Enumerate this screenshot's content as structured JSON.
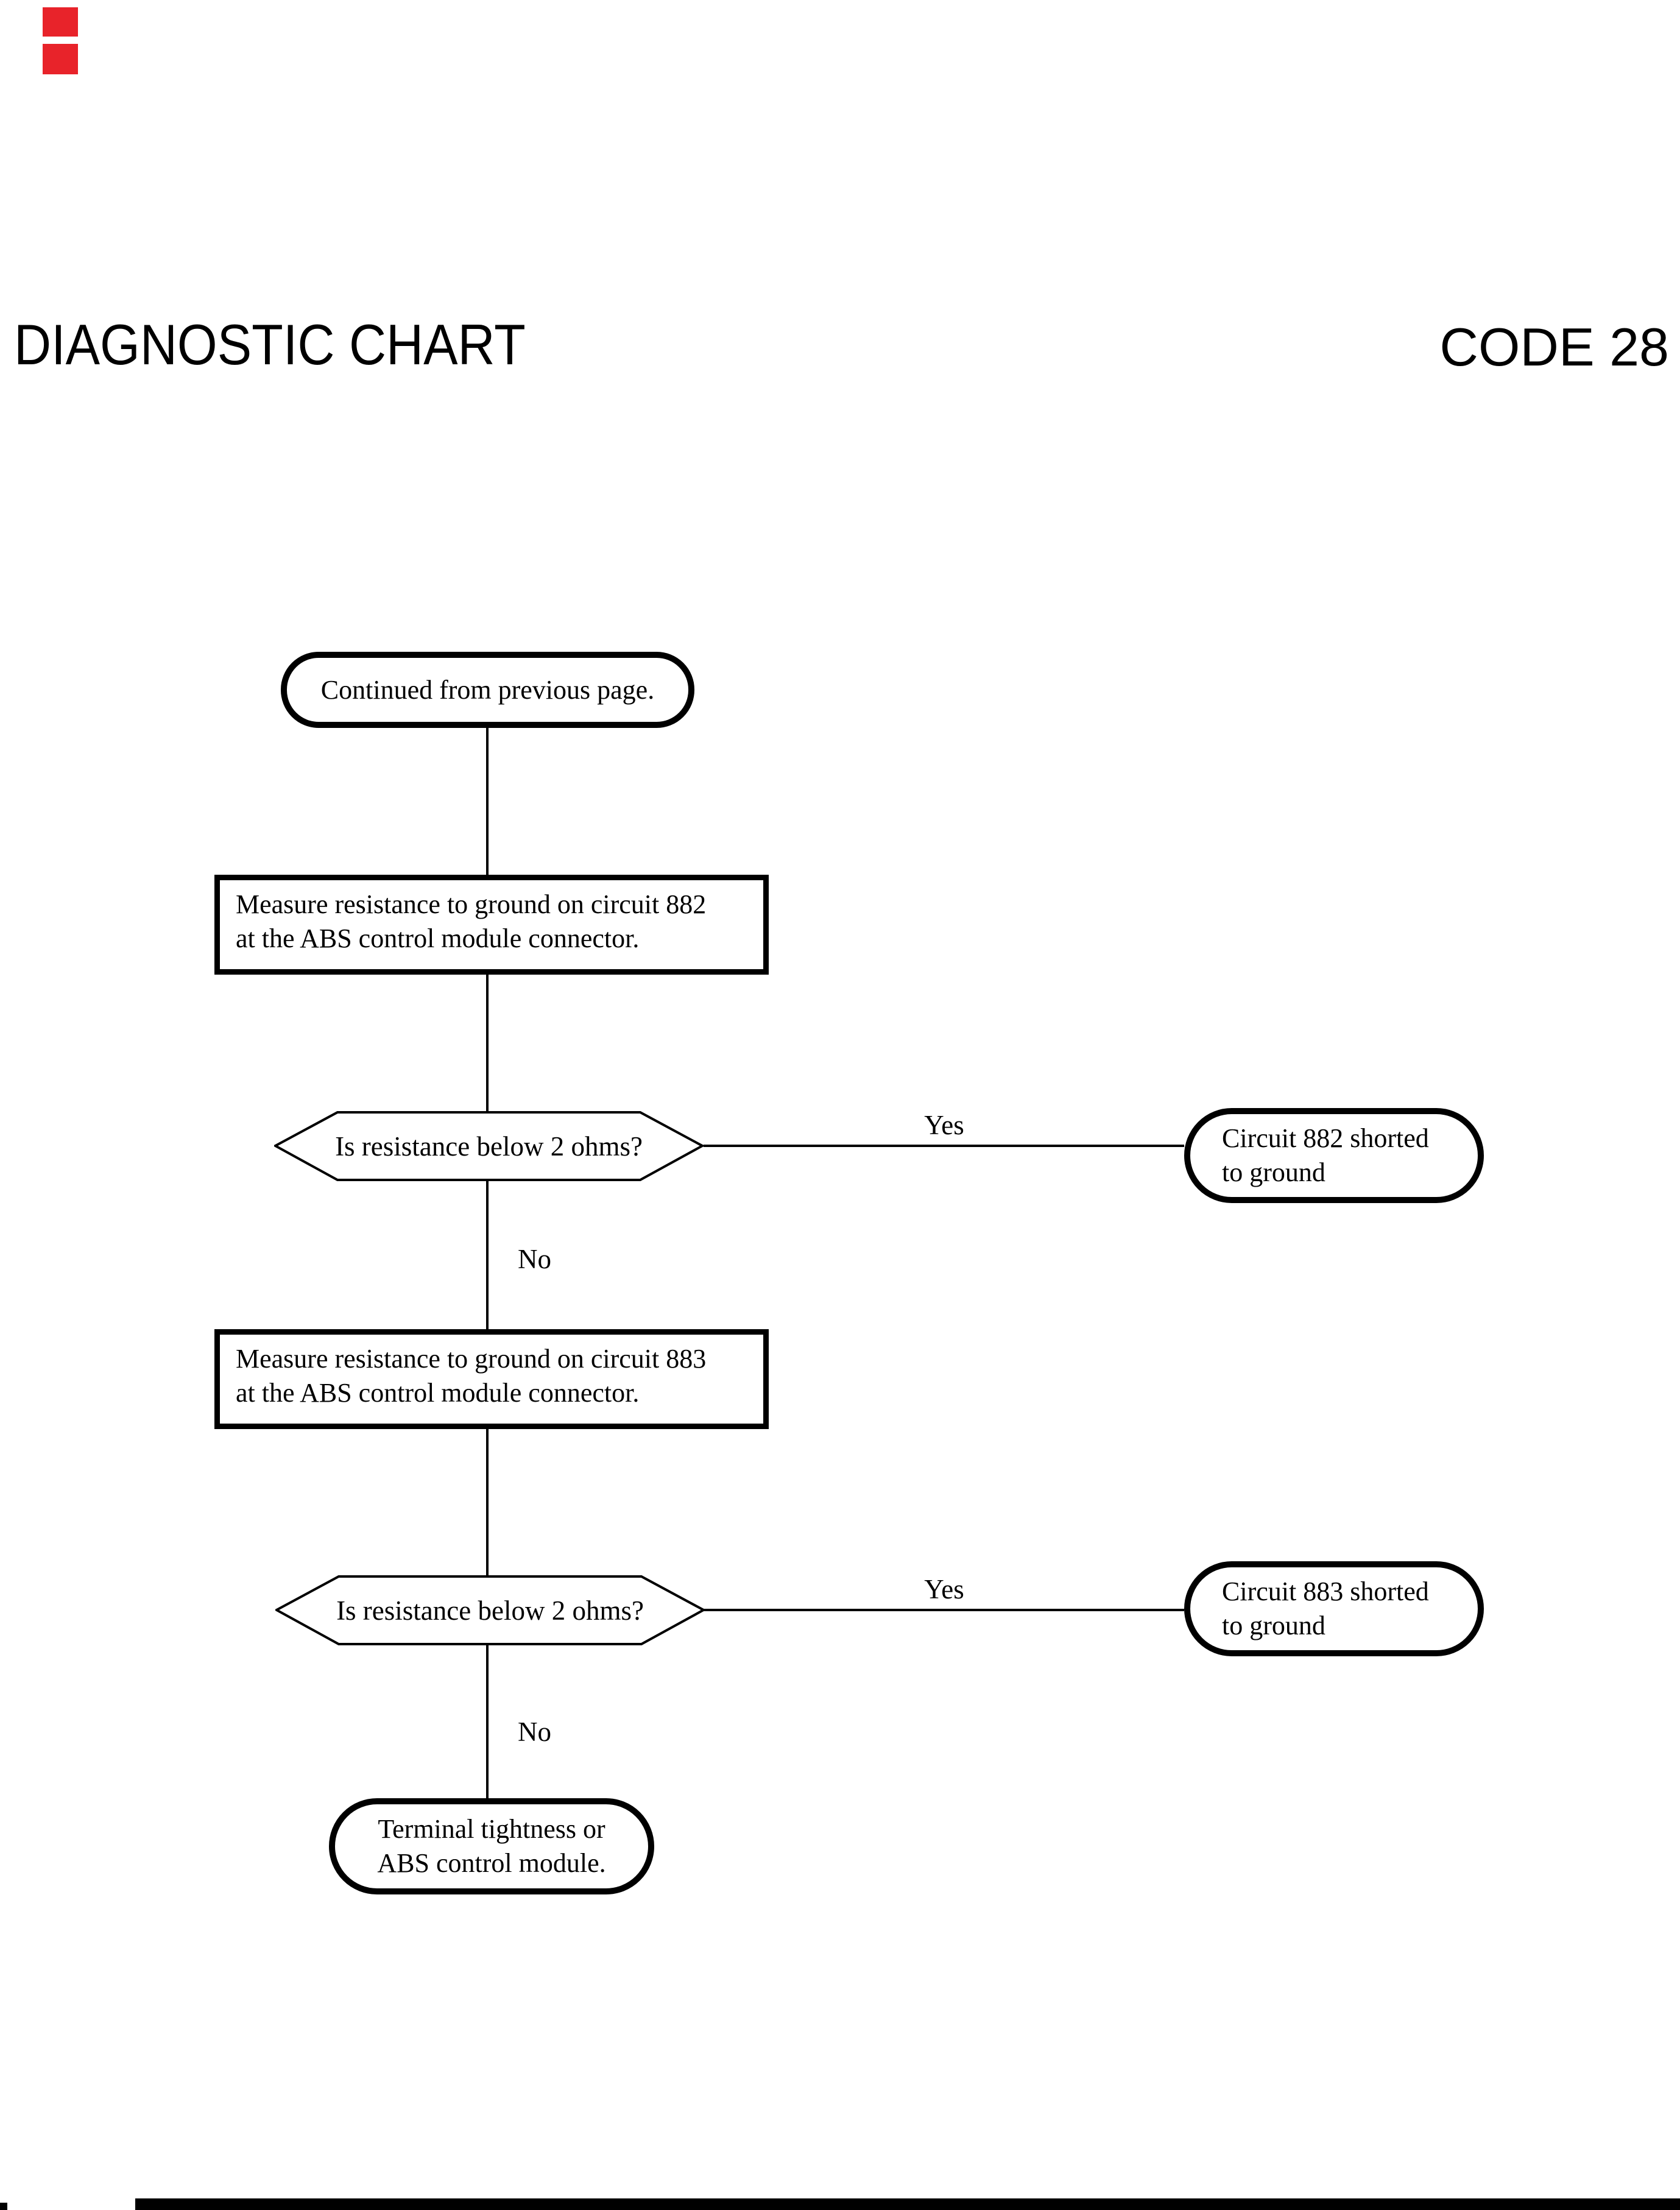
{
  "header": {
    "title": "DIAGNOSTIC CHART",
    "code": "CODE 28"
  },
  "colors": {
    "ink": "#000000",
    "paper": "#ffffff",
    "artifact_red": "#e8232a"
  },
  "flowchart": {
    "start": "Continued from previous page.",
    "step1": {
      "line1": "Measure resistance to ground on circuit 882",
      "line2": "at the ABS control module connector."
    },
    "decision1": {
      "question": "Is resistance below 2 ohms?",
      "yes": "Yes",
      "no": "No"
    },
    "result1": {
      "line1": "Circuit 882 shorted",
      "line2": "to ground"
    },
    "step2": {
      "line1": "Measure resistance to ground on circuit 883",
      "line2": "at the ABS control module connector."
    },
    "decision2": {
      "question": "Is resistance below 2 ohms?",
      "yes": "Yes",
      "no": "No"
    },
    "result2": {
      "line1": "Circuit 883 shorted",
      "line2": "to ground"
    },
    "end": {
      "line1": "Terminal tightness or",
      "line2": "ABS control module."
    }
  }
}
